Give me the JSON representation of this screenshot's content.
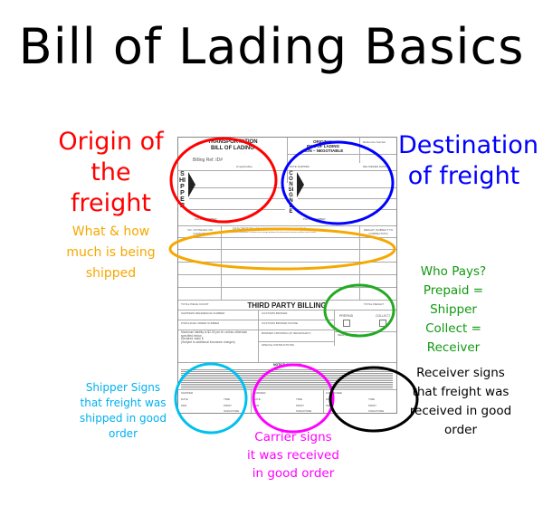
{
  "title": "Bill of Lading Basics",
  "annotations": {
    "origin": [
      "Origin of",
      "the freight"
    ],
    "destination": [
      "Destination",
      "of freight"
    ],
    "what": [
      "What & how",
      "much is being",
      "shipped"
    ],
    "who_pays": [
      "Who Pays?",
      "Prepaid = Shipper",
      "Collect = Receiver"
    ],
    "shipper_signs": [
      "Shipper Signs",
      "that freight was",
      "shipped in good order"
    ],
    "receiver_signs": [
      "Receiver signs",
      "that freight was",
      "received in good",
      "order"
    ],
    "carrier_signs": [
      "Carrier signs",
      "it was received",
      "in good order"
    ]
  },
  "document": {
    "heading": [
      "TRANSPORTATION",
      "BILL OF LADING"
    ],
    "original": [
      "ORIGINAL",
      "BILL OF LADING",
      "NON – NEGOTIABLE"
    ],
    "reference_number": "Reference Number",
    "billing_ref": "Billing Ref. ID#",
    "if_applicable": "(if applicable)",
    "date_shipped": "DATE SHIPPED",
    "delivered": "DELIVERED DATE",
    "shipper_label": "SHIPPER",
    "consignee_label": "CONSIGNEE",
    "phone_number": "PHONE NUMBER",
    "pieces": "NO. OF PIECES OR QUANTITY",
    "description": "DESCRIPTION OF GOODS AND SPECIAL MARKS",
    "description_note": "This document constitutes a contract for carriage between the document executor and the actual carrier",
    "weight": "WEIGHT (SUBJECT TO CORRECTION)",
    "total_piece_count": "TOTAL PIECE COUNT",
    "third_party": "THIRD PARTY BILLING",
    "total_weight": "TOTAL WEIGHT",
    "shipper_ref": "SHIPPERS REFERENCE NUMBER",
    "customs_broker": "CUSTOMS BROKER",
    "purchase_order": "PURCHASE ORDER NUMBER",
    "customs_phone": "CUSTOMS BROKER PHONE",
    "prepaid": "PREPAID",
    "collect": "COLLECT",
    "liability": [
      "Maximum liability is $2.00 per lb. unless otherwise",
      "specified below.",
      "Declared value $",
      "(Subject to additional insurance charges)"
    ],
    "border": "BORDER CROSSING (IF NECESSARY)",
    "special": "SPECIAL INSTRUCTIONS",
    "seal": "SEAL NUMBER",
    "notice": "NOTICE OF CLAIM",
    "sig_cols": [
      "SHIPPER",
      "CARRIER",
      "CONSIGNEE"
    ],
    "date": "DATE",
    "time": "TIME",
    "per": "PER",
    "print": "PRINT",
    "signature": "SIGNATURE"
  },
  "colors": {
    "origin": "#ff0000",
    "destination": "#0000ff",
    "what": "#f5a800",
    "who_pays": "#009900",
    "shipper_signs": "#00b0f0",
    "carrier_signs": "#ff00ff",
    "receiver_signs": "#000000"
  }
}
